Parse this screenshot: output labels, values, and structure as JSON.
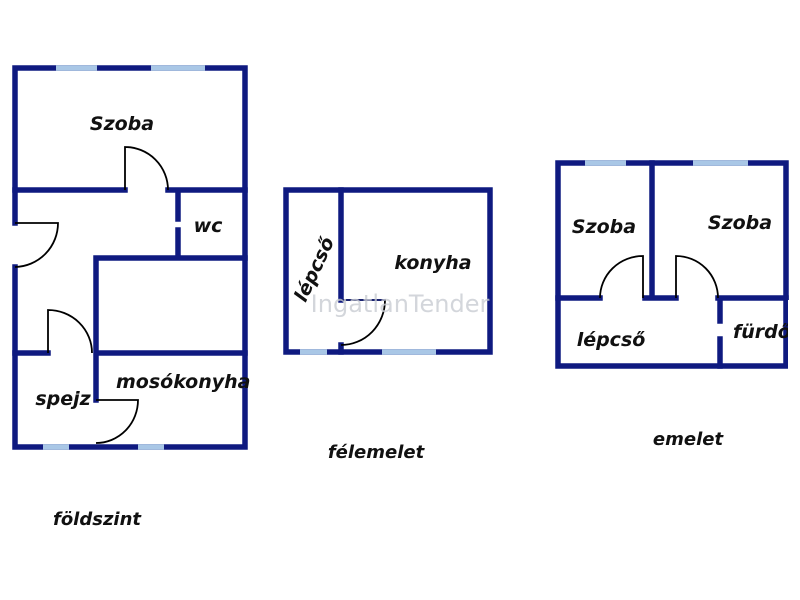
{
  "colors": {
    "wall": "#0f1a80",
    "window": "#a9c7e6",
    "door": "#000000"
  },
  "watermark": "IngatlanTender",
  "floors": [
    {
      "caption": "földszint",
      "rooms": [
        "Szoba",
        "wc",
        "mosókonyha",
        "spejz"
      ]
    },
    {
      "caption": "félemelet",
      "rooms": [
        "lépcső",
        "konyha"
      ]
    },
    {
      "caption": "emelet",
      "rooms": [
        "Szoba",
        "Szoba",
        "lépcső",
        "fürdő"
      ]
    }
  ]
}
